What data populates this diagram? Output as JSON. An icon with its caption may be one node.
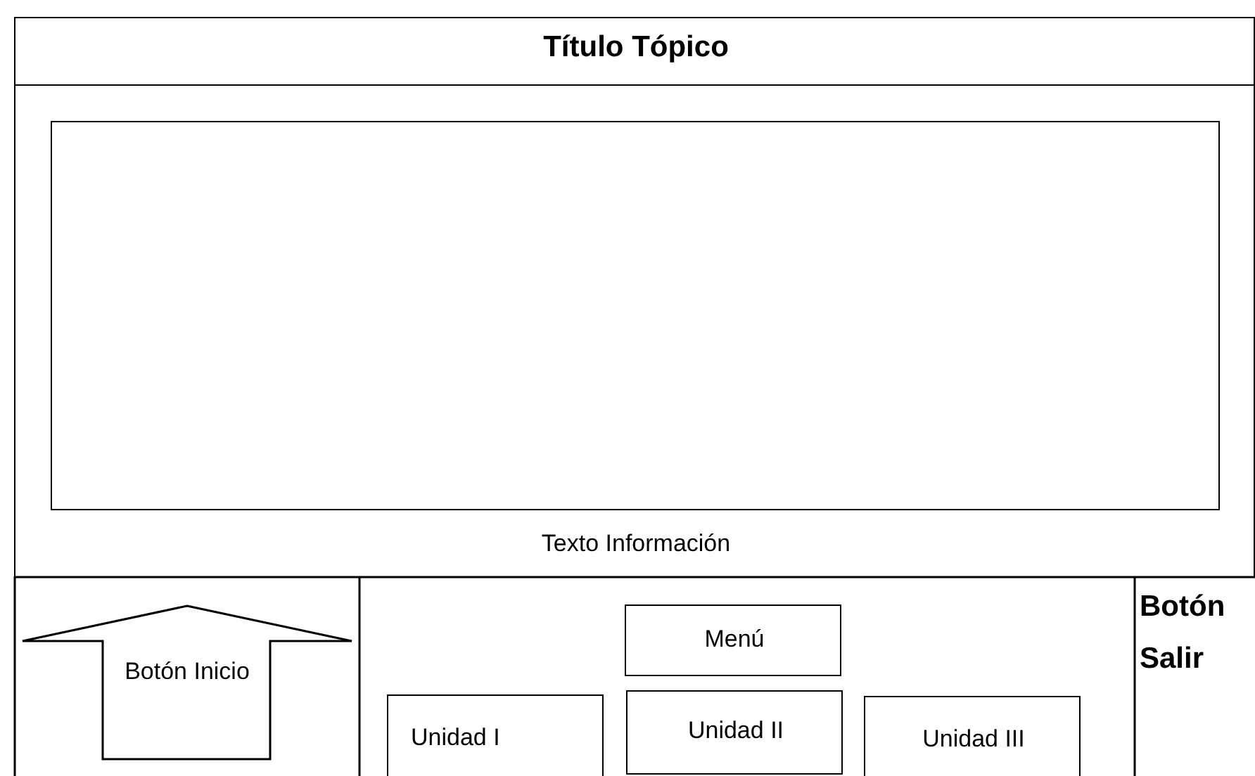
{
  "diagram": {
    "nodes": [
      {
        "text": [
          "Título Tópico"
        ]
      },
      {
        "text": [
          "Texto Información"
        ]
      },
      {
        "text": [],
        "shape": "box",
        "in": 1
      },
      {
        "text": [
          "Botón Inicio"
        ]
      },
      {
        "text": [
          "Menú"
        ]
      },
      {
        "text": [
          "Unidad I"
        ]
      },
      {
        "text": [
          "Unidad II"
        ]
      },
      {
        "text": [
          "Unidad III"
        ]
      },
      {
        "text": [
          "Botón Salir"
        ]
      }
    ]
  }
}
